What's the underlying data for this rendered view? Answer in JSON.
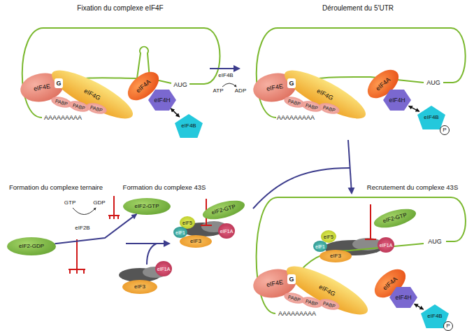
{
  "diagram": {
    "nodes": [
      {
        "text": [
          "eIF4E"
        ]
      },
      {
        "text": [
          "G"
        ]
      },
      {
        "text": [
          "eIF4G"
        ]
      },
      {
        "text": [
          "eIF4A"
        ]
      },
      {
        "text": [
          "eIF4H"
        ]
      },
      {
        "text": [
          "eIF4B"
        ]
      },
      {
        "text": [
          "PABP"
        ]
      },
      {
        "text": [
          "PABP"
        ]
      },
      {
        "text": [
          "PABP"
        ]
      },
      {
        "text": [
          "eIF4E"
        ]
      },
      {
        "text": [
          "G"
        ]
      },
      {
        "text": [
          "eIF4G"
        ]
      },
      {
        "text": [
          "eIF4A"
        ]
      },
      {
        "text": [
          "eIF4H"
        ]
      },
      {
        "text": [
          "eIF4B"
        ]
      },
      {
        "text": [
          "P"
        ]
      },
      {
        "text": [
          "PABP"
        ]
      },
      {
        "text": [
          "PABP"
        ]
      },
      {
        "text": [
          "PABP"
        ]
      },
      {
        "text": [
          "eIF2-GDP"
        ]
      },
      {
        "text": [
          "eIF2-GTP"
        ]
      },
      {
        "text": [
          "eIF1A"
        ]
      },
      {
        "text": [
          "eIF3"
        ]
      },
      {
        "text": [
          "eIF5"
        ]
      },
      {
        "text": [
          "eIF1"
        ]
      },
      {
        "text": [
          "eIF3"
        ]
      },
      {
        "text": [
          "eIF2-GTP"
        ]
      },
      {
        "text": [
          "eIF1A"
        ]
      },
      {
        "text": [
          "eIF4E"
        ]
      },
      {
        "text": [
          "G"
        ]
      },
      {
        "text": [
          "eIF5"
        ]
      },
      {
        "text": [
          "eIF1"
        ]
      },
      {
        "text": [
          "eIF3"
        ]
      },
      {
        "text": [
          "eIF2-GTP"
        ]
      },
      {
        "text": [
          "eIF1A"
        ]
      },
      {
        "text": [
          "eIF4G"
        ]
      },
      {
        "text": [
          "eIF4A"
        ]
      },
      {
        "text": [
          "eIF4H"
        ]
      },
      {
        "text": [
          "eIF4B"
        ]
      },
      {
        "text": [
          "P"
        ]
      },
      {
        "text": [
          "PABP"
        ]
      },
      {
        "text": [
          "PABP"
        ]
      },
      {
        "text": [
          "PABP"
        ]
      }
    ],
    "edges": [
      {
        "from": 4,
        "to": 5,
        "arrow": "both"
      },
      {
        "from": 13,
        "to": 14,
        "arrow": "both"
      },
      {
        "from": 19,
        "to": 20,
        "arrow": "to"
      },
      {
        "from": 37,
        "to": 38,
        "arrow": "both"
      }
    ],
    "labels": [
      "Fixation du complexe eIF4F",
      "AUG",
      "AAAAAAAAA",
      "eIF4B",
      "ATP",
      "ADP",
      "Déroulement du 5'UTR",
      "AUG",
      "AAAAAAAAA",
      "Formation du complexe ternaire",
      "GTP",
      "GDP",
      "eIF2B",
      "Formation du complexe 43S",
      "Recrutement du complexe 43S",
      "AUG",
      "AAAAAAAAA"
    ]
  }
}
